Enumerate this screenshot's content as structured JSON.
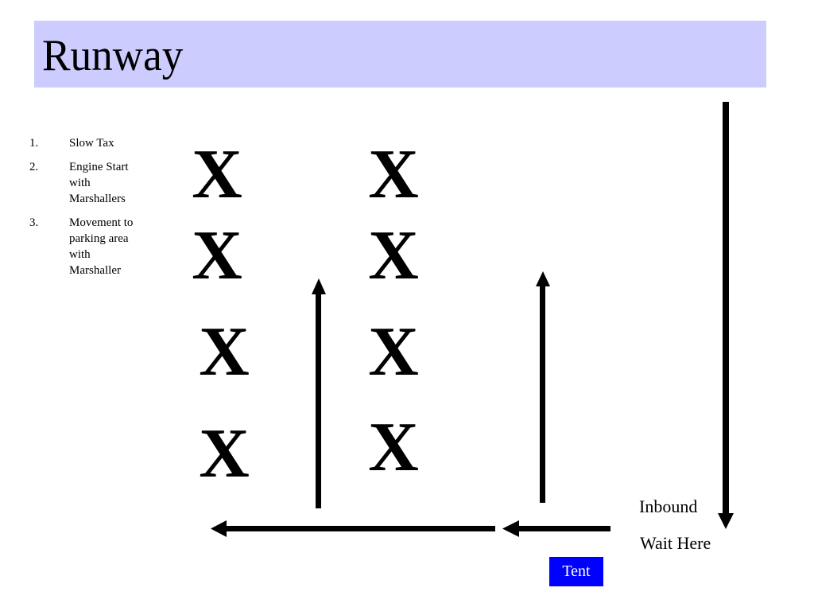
{
  "title": "Runway",
  "steps": [
    {
      "num": "1.",
      "text": "Slow Tax"
    },
    {
      "num": "2.",
      "text": "Engine Start with Marshallers"
    },
    {
      "num": "3.",
      "text": "Movement to parking area with Marshaller"
    }
  ],
  "parking_marks": {
    "symbol": "X",
    "left_column_count": 4,
    "right_column_count": 4
  },
  "labels": {
    "inbound": "Inbound",
    "wait_here": "Wait Here",
    "tent": "Tent"
  },
  "colors": {
    "title_bar": "#ccccff",
    "tent": "#0000ff"
  }
}
